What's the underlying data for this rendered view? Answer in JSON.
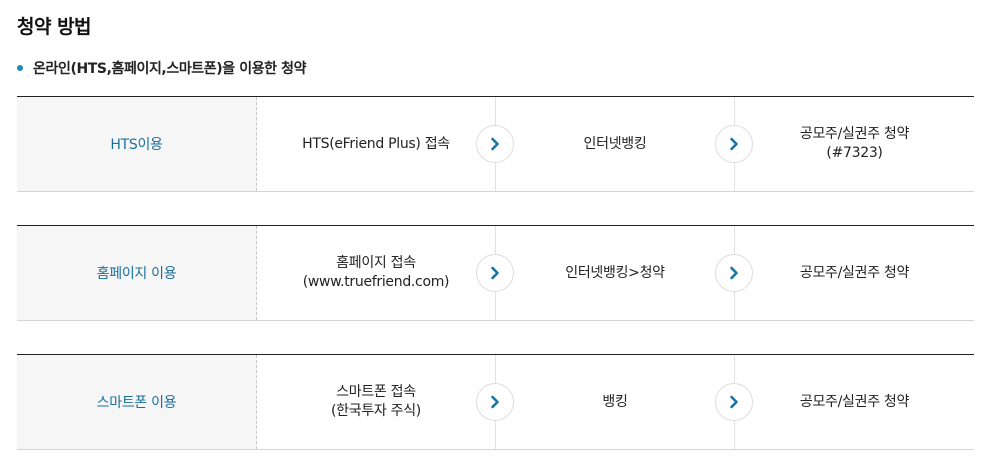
{
  "page": {
    "title": "청약 방법",
    "subtitle": "온라인(HTS,홈페이지,스마트폰)을 이용한 청약"
  },
  "methods": [
    {
      "label": "HTS이용",
      "steps": [
        "HTS(eFriend Plus) 접속",
        "인터넷뱅킹",
        "공모주/실권주 청약\n(#7323)"
      ]
    },
    {
      "label": "홈페이지 이용",
      "steps": [
        "홈페이지 접속\n(www.truefriend.com)",
        "인터넷뱅킹>청약",
        "공모주/실권주 청약"
      ]
    },
    {
      "label": "스마트폰 이용",
      "steps": [
        "스마트폰 접속\n(한국투자 주식)",
        "뱅킹",
        "공모주/실권주 청약"
      ]
    }
  ],
  "colors": {
    "accent": "#1a6f9e",
    "bullet": "#1d8ab5",
    "arrow": "#1674a8"
  },
  "icons": {
    "bullet": "bullet-dot-icon",
    "next": "chevron-right-icon"
  }
}
